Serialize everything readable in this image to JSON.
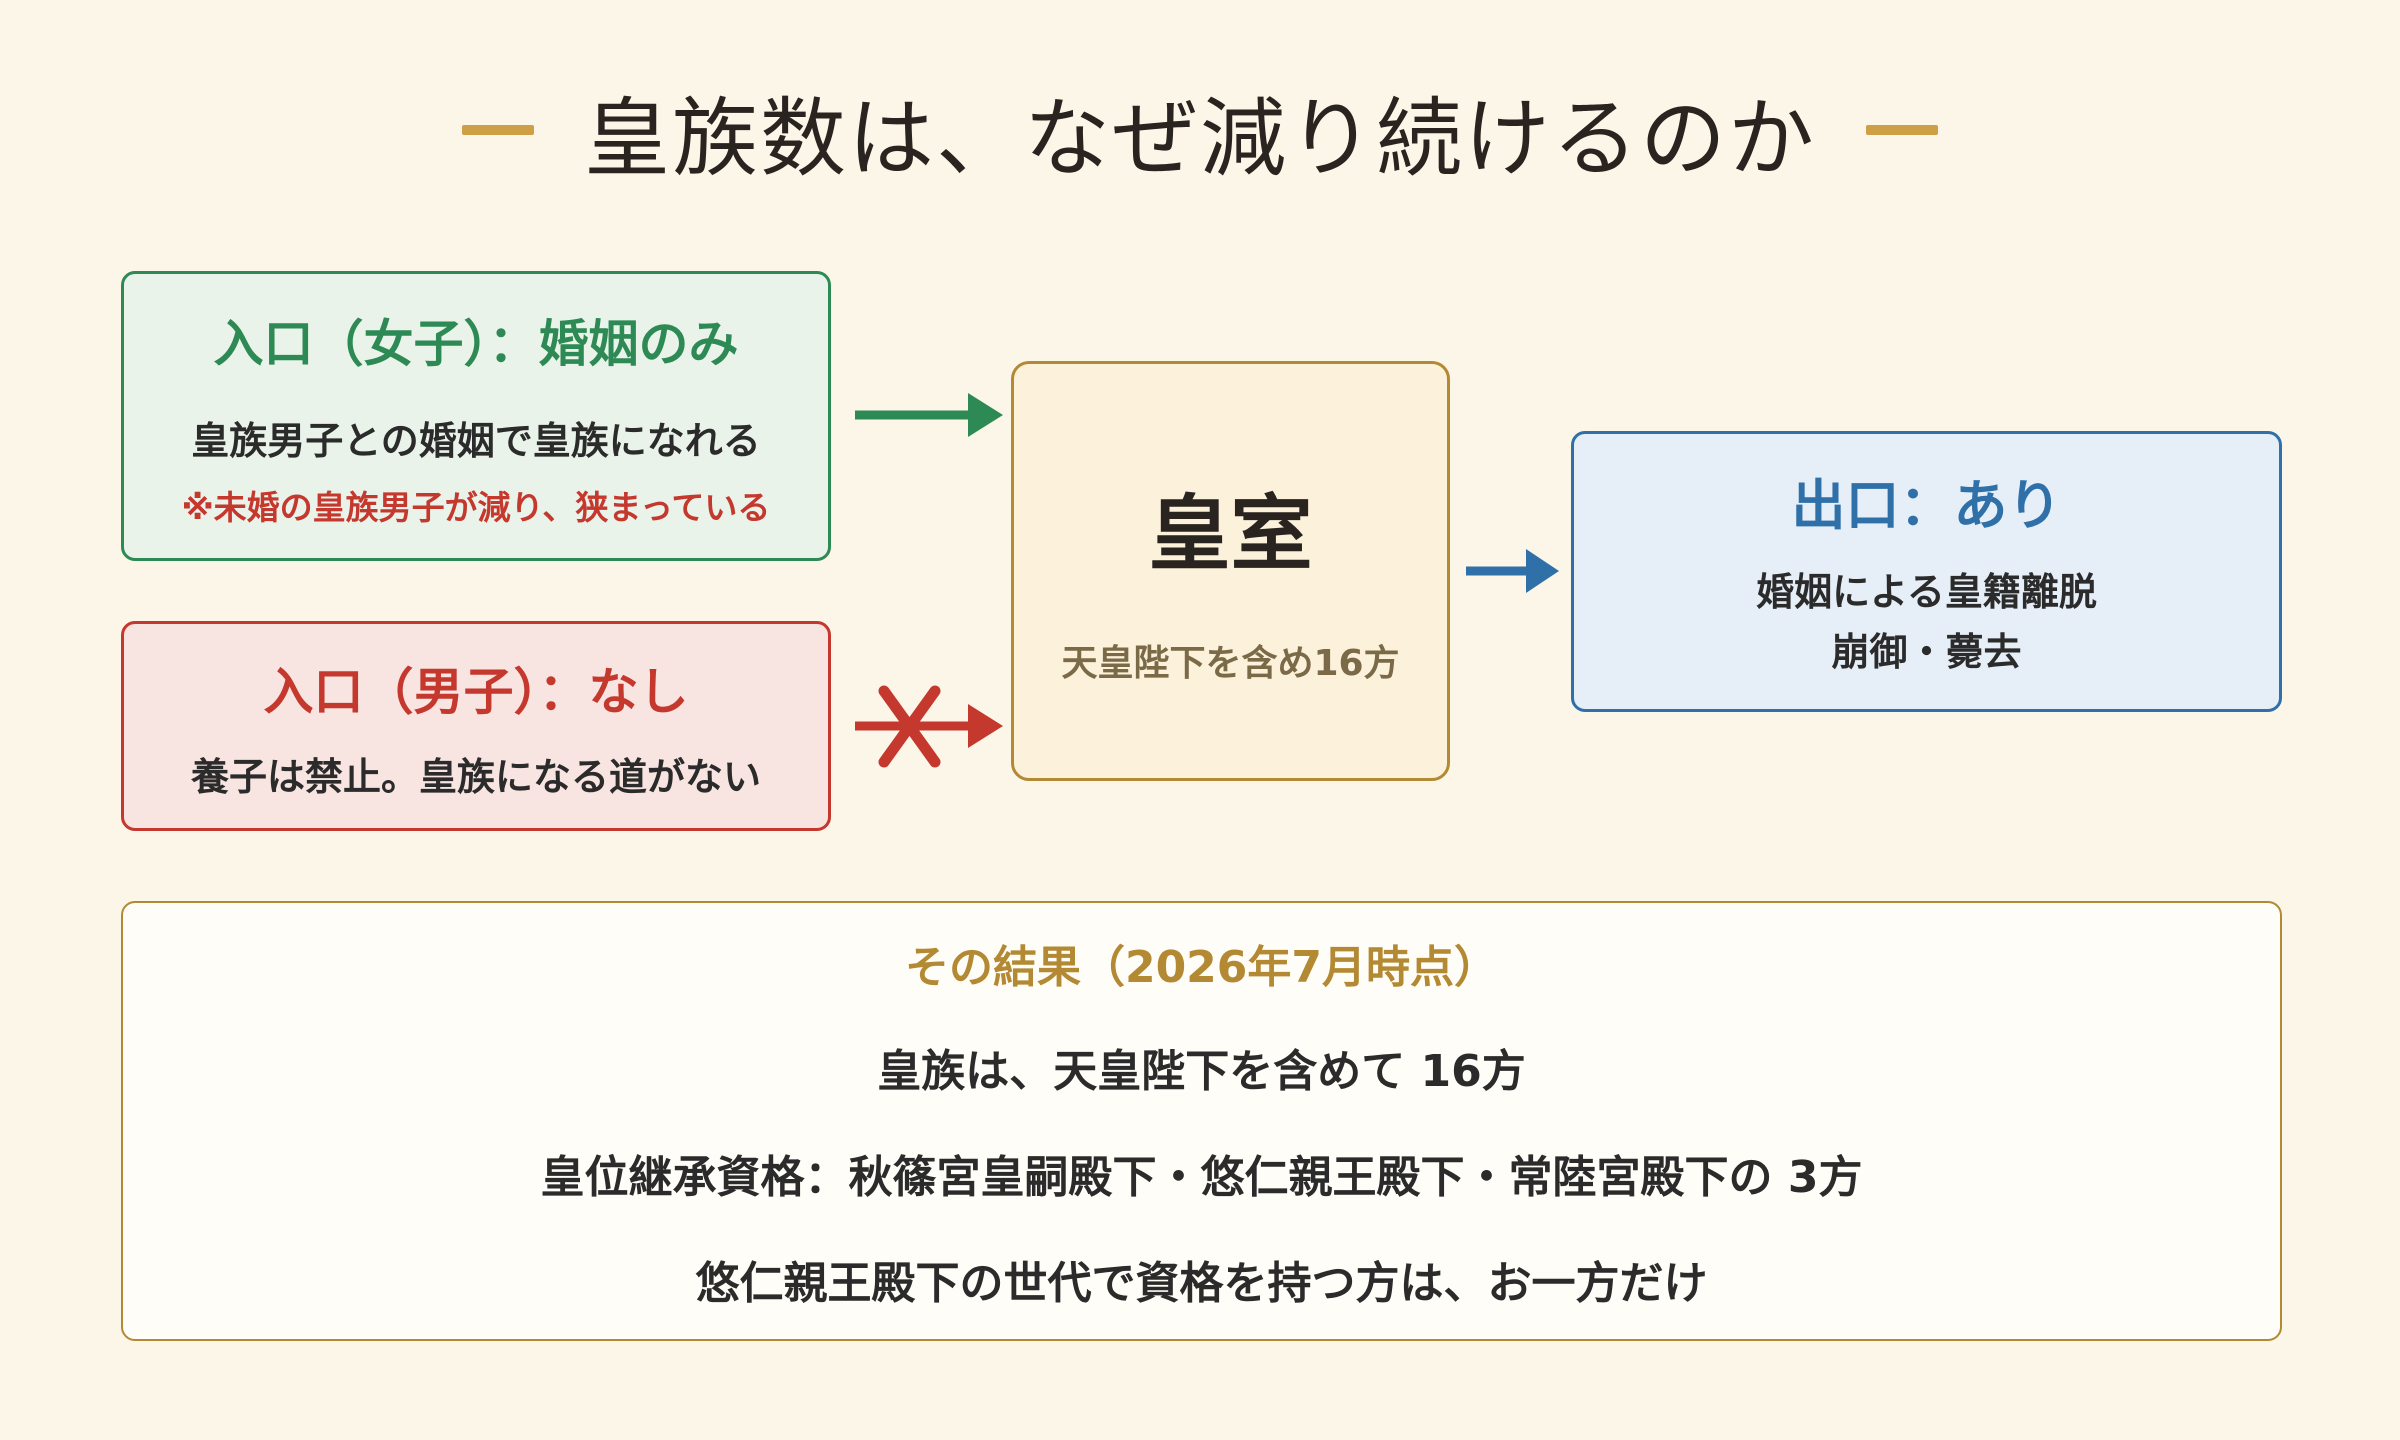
{
  "title": "皇族数は、なぜ減り続けるのか",
  "entry_female": {
    "heading": "入口（女子）：婚姻のみ",
    "text": "皇族男子との婚姻で皇族になれる",
    "note": "※未婚の皇族男子が減り、狭まっている"
  },
  "entry_male": {
    "heading": "入口（男子）：なし",
    "text": "養子は禁止。皇族になる道がない"
  },
  "center": {
    "heading": "皇室",
    "sub": "天皇陛下を含め16方"
  },
  "exit": {
    "heading": "出口：あり",
    "line1": "婚姻による皇籍離脱",
    "line2": "崩御・薨去"
  },
  "result": {
    "heading": "その結果（2026年7月時点）",
    "line1": "皇族は、天皇陛下を含めて 16方",
    "line2": "皇位継承資格：秋篠宮皇嗣殿下・悠仁親王殿下・常陸宮殿下の 3方",
    "line3": "悠仁親王殿下の世代で資格を持つ方は、お一方だけ"
  },
  "colors": {
    "green": "#2e8a55",
    "red": "#c4382e",
    "blue": "#2f70a8",
    "gold": "#b38a33",
    "accent": "#cf9f45",
    "background": "#fcf6e9"
  }
}
